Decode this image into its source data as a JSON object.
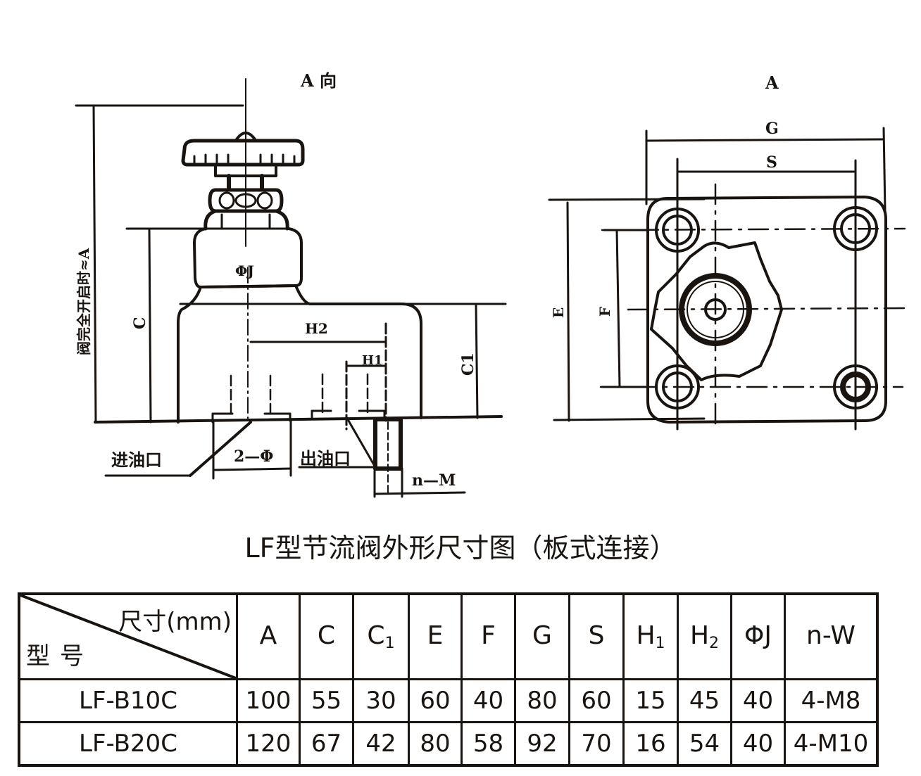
{
  "drawing": {
    "side_view": {
      "view_label": "A 向",
      "open_height_label": "阀完全开启时≈A",
      "dim_C": "C",
      "dim_C1": "C1",
      "dim_phiJ": "ΦJ",
      "dim_H2": "H2",
      "dim_H1": "H1",
      "inlet_label": "进油口",
      "outlet_label": "出油口",
      "port_dia_label": "2—Φ",
      "bolt_label": "n—M"
    },
    "top_view": {
      "view_label": "A",
      "dim_G": "G",
      "dim_S": "S",
      "dim_E": "E",
      "dim_F": "F"
    }
  },
  "caption": "LF型节流阀外形尺寸图（板式连接）",
  "table": {
    "corner_top": "尺寸(mm)",
    "corner_bottom": "型号",
    "columns": [
      {
        "main": "A",
        "sub": ""
      },
      {
        "main": "C",
        "sub": ""
      },
      {
        "main": "C",
        "sub": "1"
      },
      {
        "main": "E",
        "sub": ""
      },
      {
        "main": "F",
        "sub": ""
      },
      {
        "main": "G",
        "sub": ""
      },
      {
        "main": "S",
        "sub": ""
      },
      {
        "main": "H",
        "sub": "1"
      },
      {
        "main": "H",
        "sub": "2"
      },
      {
        "main": "ΦJ",
        "sub": ""
      },
      {
        "main": "n-W",
        "sub": ""
      }
    ],
    "rows": [
      {
        "model": "LF-B10C",
        "values": [
          "100",
          "55",
          "30",
          "60",
          "40",
          "80",
          "60",
          "15",
          "45",
          "40",
          "4-M8"
        ]
      },
      {
        "model": "LF-B20C",
        "values": [
          "120",
          "67",
          "42",
          "80",
          "58",
          "92",
          "70",
          "16",
          "54",
          "40",
          "4-M10"
        ]
      }
    ]
  }
}
